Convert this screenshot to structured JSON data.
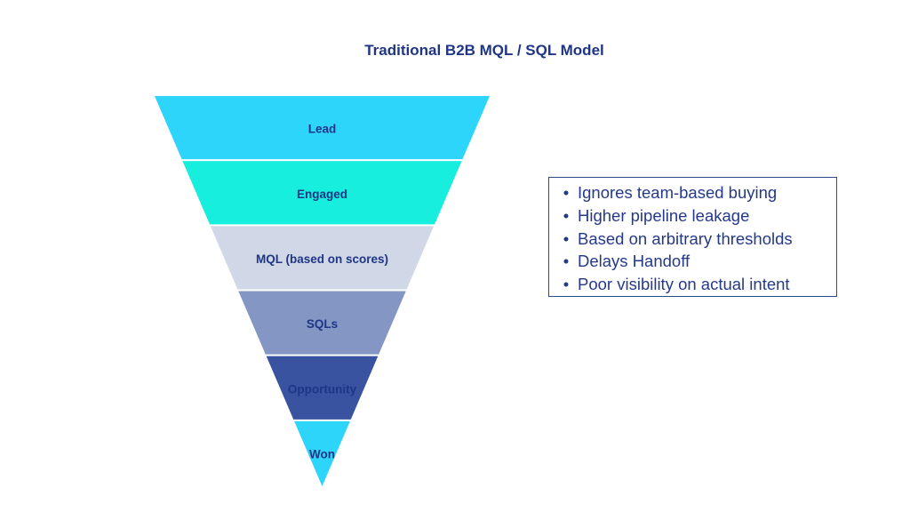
{
  "title": "Traditional B2B MQL / SQL Model",
  "funnel": {
    "stages": [
      {
        "label": "Lead",
        "color": "#2ed5fb"
      },
      {
        "label": "Engaged",
        "color": "#17eedd"
      },
      {
        "label": "MQL (based on scores)",
        "color": "#d0d8e8"
      },
      {
        "label": "SQLs",
        "color": "#8396c4"
      },
      {
        "label": "Opportunity",
        "color": "#3a53a0"
      },
      {
        "label": "Won",
        "color": "#2ed5fb"
      }
    ]
  },
  "issues": {
    "items": [
      "Ignores team-based buying",
      "Higher pipeline leakage",
      "Based on arbitrary thresholds",
      "Delays Handoff",
      "Poor visibility on actual intent"
    ]
  }
}
